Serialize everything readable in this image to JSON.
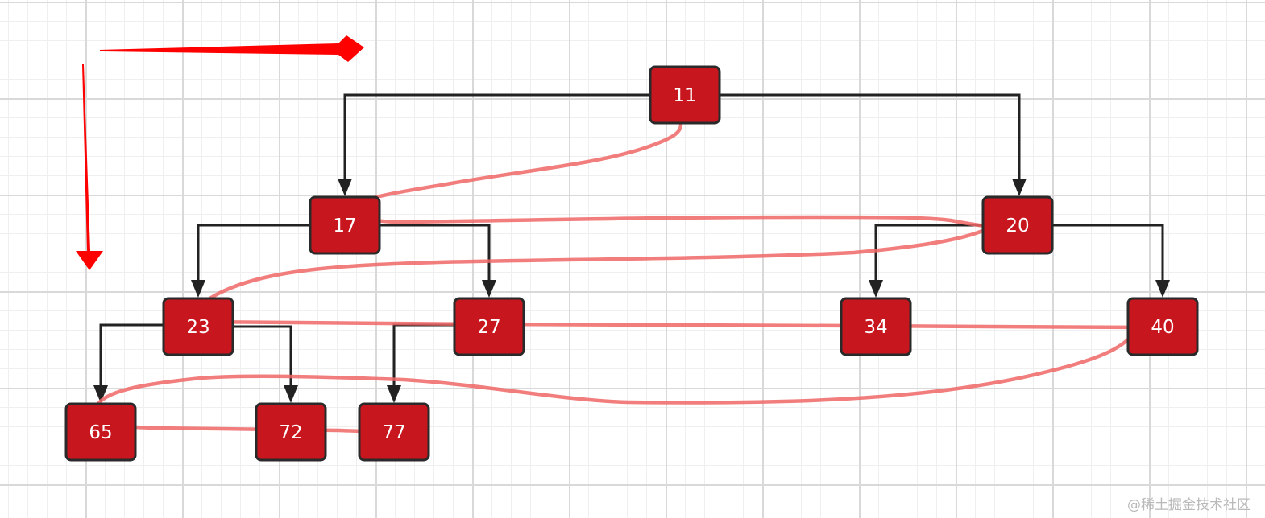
{
  "nodes": [
    {
      "id": "11",
      "label": "11"
    },
    {
      "id": "17",
      "label": "17"
    },
    {
      "id": "20",
      "label": "20"
    },
    {
      "id": "23",
      "label": "23"
    },
    {
      "id": "27",
      "label": "27"
    },
    {
      "id": "34",
      "label": "34"
    },
    {
      "id": "40",
      "label": "40"
    },
    {
      "id": "65",
      "label": "65"
    },
    {
      "id": "72",
      "label": "72"
    },
    {
      "id": "77",
      "label": "77"
    }
  ],
  "edges": [
    {
      "from": "11",
      "to": "17"
    },
    {
      "from": "11",
      "to": "20"
    },
    {
      "from": "17",
      "to": "23"
    },
    {
      "from": "17",
      "to": "27"
    },
    {
      "from": "20",
      "to": "34"
    },
    {
      "from": "20",
      "to": "40"
    },
    {
      "from": "23",
      "to": "65"
    },
    {
      "from": "23",
      "to": "72"
    },
    {
      "from": "27",
      "to": "77"
    }
  ],
  "traversal_order": [
    "11",
    "17",
    "20",
    "23",
    "27",
    "34",
    "40",
    "65",
    "72",
    "77"
  ],
  "colors": {
    "node_fill": "#c8161f",
    "node_border": "#2a2a2a",
    "edge": "#222222",
    "trace": "#f06666",
    "direction_arrows": "#ff0000"
  },
  "watermark": "@稀土掘金技术社区"
}
